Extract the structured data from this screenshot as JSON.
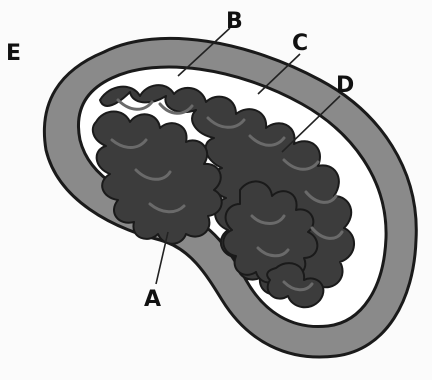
{
  "diagram": {
    "subject": "mitochondrion",
    "labels": {
      "A": "A",
      "B": "B",
      "C": "C",
      "D": "D",
      "E": "E"
    },
    "colors": {
      "background": "#fbfbfb",
      "outer_membrane_band": "#8a8a8a",
      "outline": "#1a1a1a",
      "matrix_space": "#ffffff",
      "cristae": "#3c3c3c",
      "crista_highlight": "#6a6a6a"
    }
  }
}
